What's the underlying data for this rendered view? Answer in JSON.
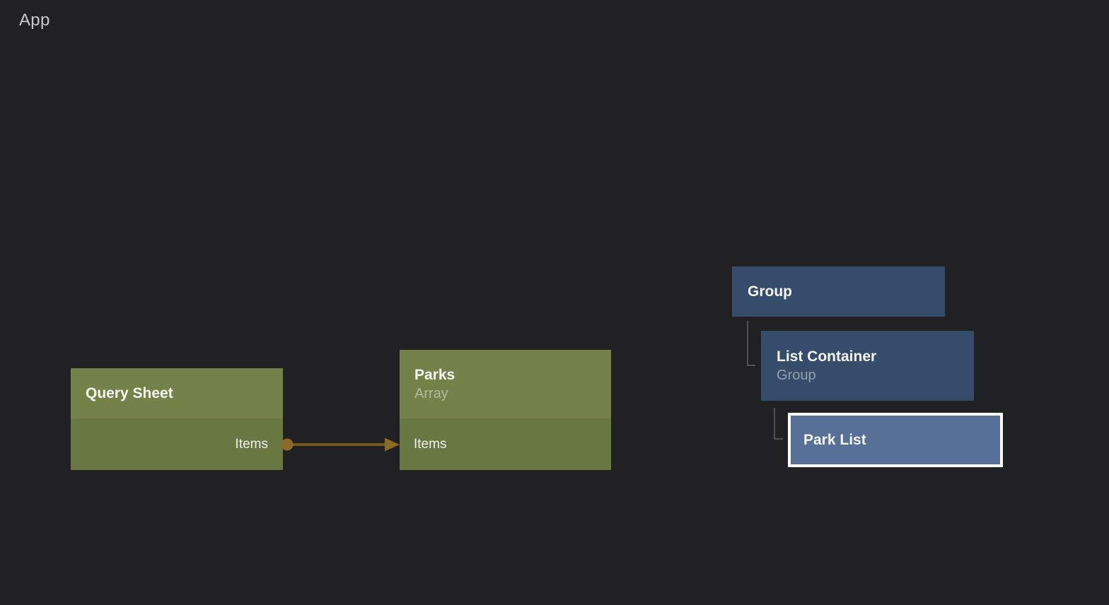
{
  "canvas": {
    "app_label": "App"
  },
  "flow_nodes": {
    "query_sheet": {
      "title": "Query Sheet",
      "output_port": "Items"
    },
    "parks": {
      "title": "Parks",
      "subtitle": "Array",
      "input_port": "Items"
    }
  },
  "connection": {
    "from_node": "Query Sheet",
    "from_port": "Items",
    "to_node": "Parks",
    "to_port": "Items"
  },
  "tree_nodes": {
    "group": {
      "title": "Group"
    },
    "list_container": {
      "title": "List Container",
      "subtitle": "Group"
    },
    "park_list": {
      "title": "Park List",
      "selected": true
    }
  },
  "colors": {
    "background": "#212023",
    "green_node_header": "#748148",
    "green_node_body": "#697743",
    "blue_node": "#354d6a",
    "blue_node_selected": "#567097",
    "selection_border": "#ffffff",
    "connector_arrow": "#8c6b28",
    "connector_line": "#75591f",
    "tree_line": "#525252",
    "title_text": "#f6f6f3",
    "subtitle_green": "#b3baa2",
    "subtitle_blue": "#93a0ae",
    "app_label_text": "#c9c9c9"
  }
}
